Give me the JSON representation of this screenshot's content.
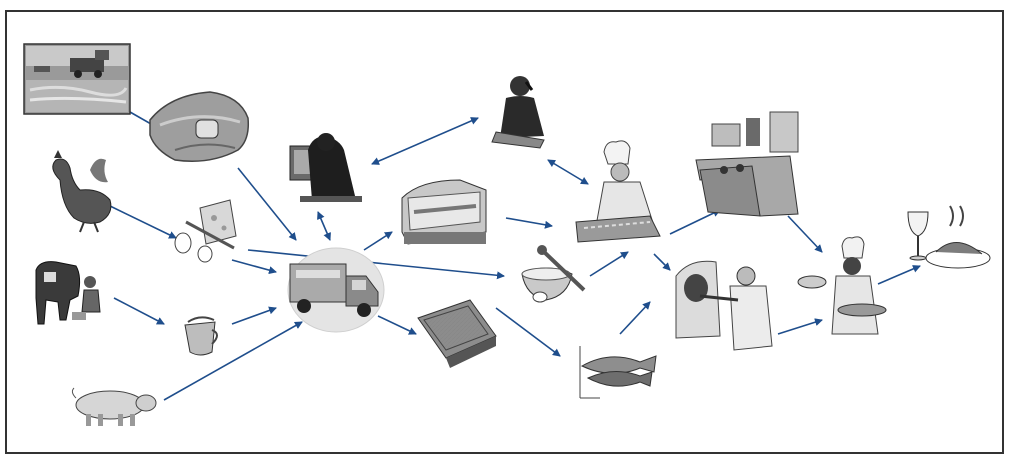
{
  "diagram": {
    "type": "food-supply-chain-illustration",
    "arrow_color": "#1f4e8c",
    "nodes": [
      {
        "id": "harvester-field",
        "icon": "combine-harvester-field-icon"
      },
      {
        "id": "grain-sack",
        "icon": "grain-sack-icon"
      },
      {
        "id": "rooster",
        "icon": "rooster-icon"
      },
      {
        "id": "cheese-eggs",
        "icon": "cheese-and-eggs-icon"
      },
      {
        "id": "cow-farmer",
        "icon": "cow-and-farmer-icon"
      },
      {
        "id": "milk-jug",
        "icon": "milk-jug-icon"
      },
      {
        "id": "pig",
        "icon": "pig-icon"
      },
      {
        "id": "computer-worker",
        "icon": "computer-worker-icon"
      },
      {
        "id": "delivery-truck",
        "icon": "delivery-truck-icon"
      },
      {
        "id": "display-fridge",
        "icon": "display-fridge-icon"
      },
      {
        "id": "freezer-chest",
        "icon": "freezer-chest-icon"
      },
      {
        "id": "phone-manager",
        "icon": "businessman-phone-icon"
      },
      {
        "id": "chef-tray",
        "icon": "chef-with-tray-icon"
      },
      {
        "id": "flour-bowl",
        "icon": "flour-bowl-icon"
      },
      {
        "id": "fish",
        "icon": "fish-icon"
      },
      {
        "id": "kitchen",
        "icon": "professional-kitchen-icon"
      },
      {
        "id": "baker-oven",
        "icon": "baker-oven-icon"
      },
      {
        "id": "waiter-chef",
        "icon": "chef-serving-icon"
      },
      {
        "id": "plated-meal",
        "icon": "wine-and-plated-meal-icon"
      }
    ],
    "edges": [
      {
        "from": "harvester-field",
        "to": "grain-sack"
      },
      {
        "from": "rooster",
        "to": "cheese-eggs"
      },
      {
        "from": "cow-farmer",
        "to": "milk-jug"
      },
      {
        "from": "grain-sack",
        "to": "delivery-truck"
      },
      {
        "from": "cheese-eggs",
        "to": "delivery-truck"
      },
      {
        "from": "milk-jug",
        "to": "delivery-truck"
      },
      {
        "from": "pig",
        "to": "delivery-truck"
      },
      {
        "from": "cheese-eggs",
        "to": "flour-bowl"
      },
      {
        "from": "delivery-truck",
        "to": "computer-worker",
        "bidirectional": true
      },
      {
        "from": "delivery-truck",
        "to": "display-fridge"
      },
      {
        "from": "delivery-truck",
        "to": "freezer-chest"
      },
      {
        "from": "computer-worker",
        "to": "phone-manager",
        "bidirectional": true
      },
      {
        "from": "phone-manager",
        "to": "chef-tray",
        "bidirectional": true
      },
      {
        "from": "display-fridge",
        "to": "chef-tray"
      },
      {
        "from": "freezer-chest",
        "to": "fish"
      },
      {
        "from": "flour-bowl",
        "to": "chef-tray"
      },
      {
        "from": "chef-tray",
        "to": "kitchen"
      },
      {
        "from": "chef-tray",
        "to": "baker-oven"
      },
      {
        "from": "fish",
        "to": "baker-oven"
      },
      {
        "from": "kitchen",
        "to": "waiter-chef"
      },
      {
        "from": "baker-oven",
        "to": "waiter-chef"
      },
      {
        "from": "waiter-chef",
        "to": "plated-meal"
      }
    ]
  }
}
